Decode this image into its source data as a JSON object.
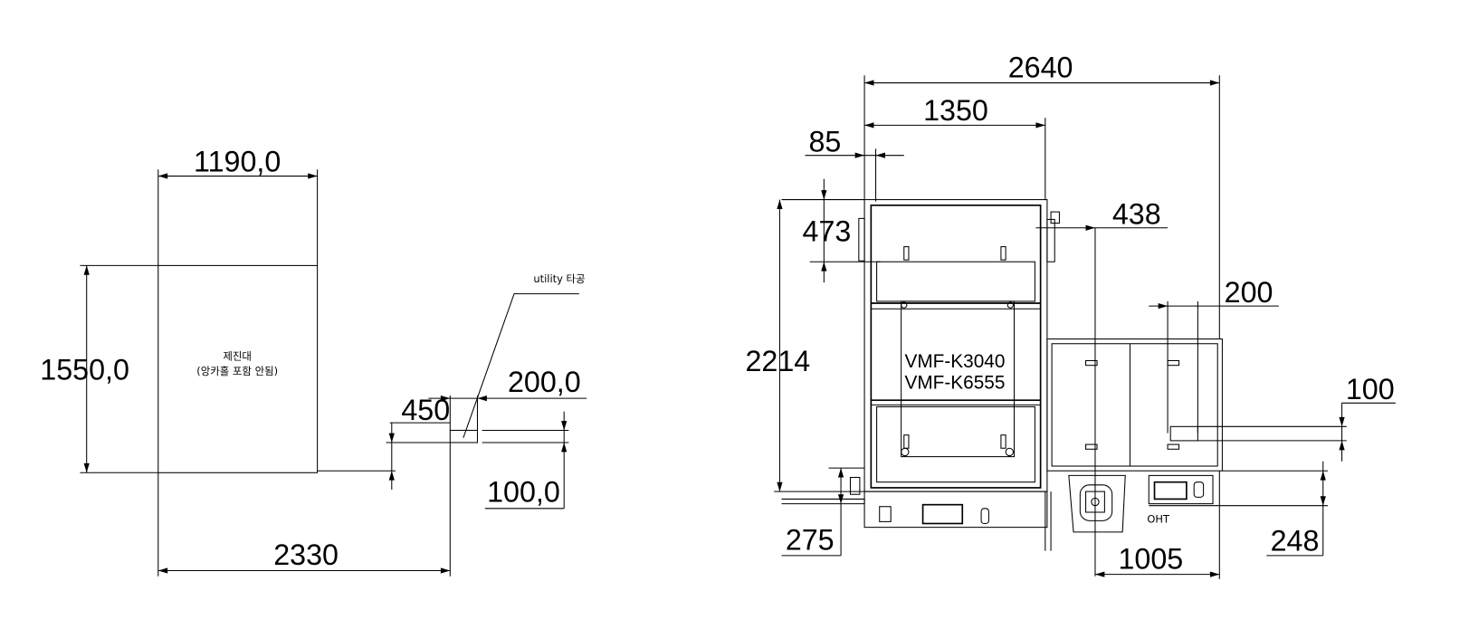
{
  "left_drawing": {
    "width_label": "1190,0",
    "height_label": "1550,0",
    "table_label": "제진대",
    "table_note": "(앙카홀 포함 안됨)",
    "total_label": "2330",
    "utility_label": "utility 타공",
    "offset_label": "450",
    "hole_width_label": "200,0",
    "hole_height_label": "100,0"
  },
  "right_drawing": {
    "total_width_label": "2640",
    "cabinet_width_label": "1350",
    "offset_85_label": "85",
    "offset_473_label": "473",
    "height_label": "2214",
    "offset_438_label": "438",
    "offset_200_label": "200",
    "offset_100_label": "100",
    "offset_275_label": "275",
    "offset_1005_label": "1005",
    "offset_248_label": "248",
    "model_1": "VMF-K3040",
    "model_2": "VMF-K6555",
    "oht_label": "OHT"
  }
}
